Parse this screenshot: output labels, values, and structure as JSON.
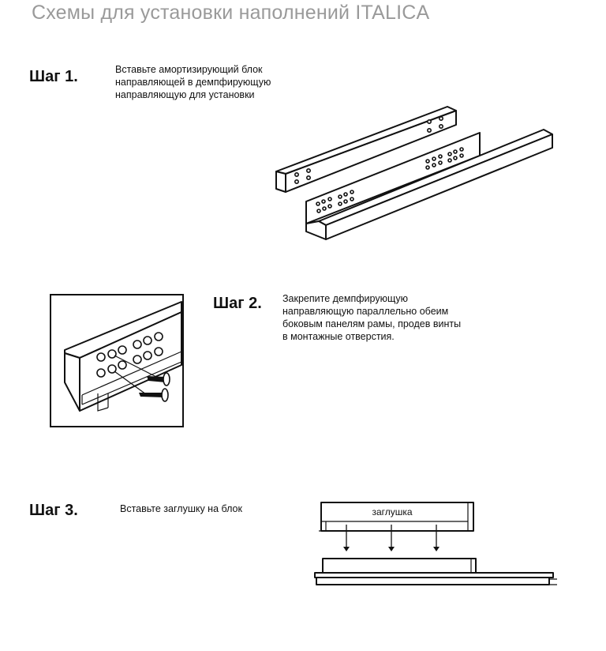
{
  "title": "Схемы для установки наполнений ITALICA",
  "steps": [
    {
      "label": "Шаг 1.",
      "lines": [
        "Вставьте амортизирующий блок",
        "направляющей в демпфирующую",
        "направляющую для установки"
      ]
    },
    {
      "label": "Шаг 2.",
      "lines": [
        "Закрепите демпфирующую",
        "направляющую параллельно обеим",
        "боковым панелям рамы, продев винты",
        "в монтажные отверстия."
      ]
    },
    {
      "label": "Шаг 3.",
      "lines": [
        "Вставьте заглушку на блок"
      ]
    }
  ],
  "diagram_labels": {
    "plug": "заглушка"
  }
}
